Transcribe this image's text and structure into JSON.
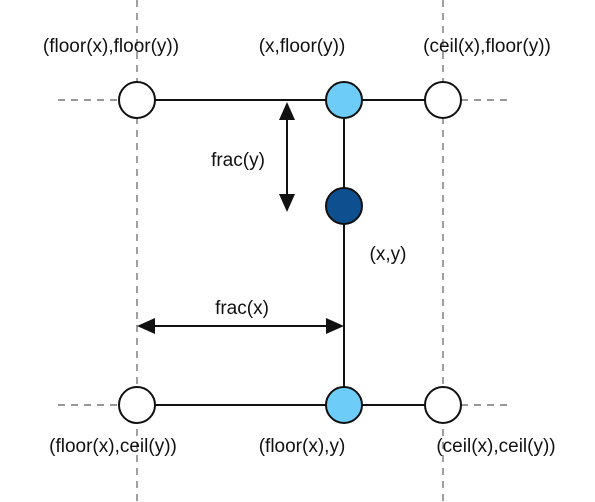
{
  "labels": {
    "top_left": "(floor(x),floor(y))",
    "top_mid": "(x,floor(y))",
    "top_right": "(ceil(x),floor(y))",
    "frac_y": "frac(y)",
    "sample": "(x,y)",
    "frac_x": "frac(x)",
    "bottom_left": "(floor(x),ceil(y))",
    "bottom_mid": "(floor(x),y)",
    "bottom_right": "(ceil(x),ceil(y))"
  },
  "colors": {
    "corner_node": "#ffffff",
    "interpolated_node": "#6dcdf8",
    "sample_node": "#0d4f8f",
    "line": "#111111",
    "guide": "#777777"
  }
}
